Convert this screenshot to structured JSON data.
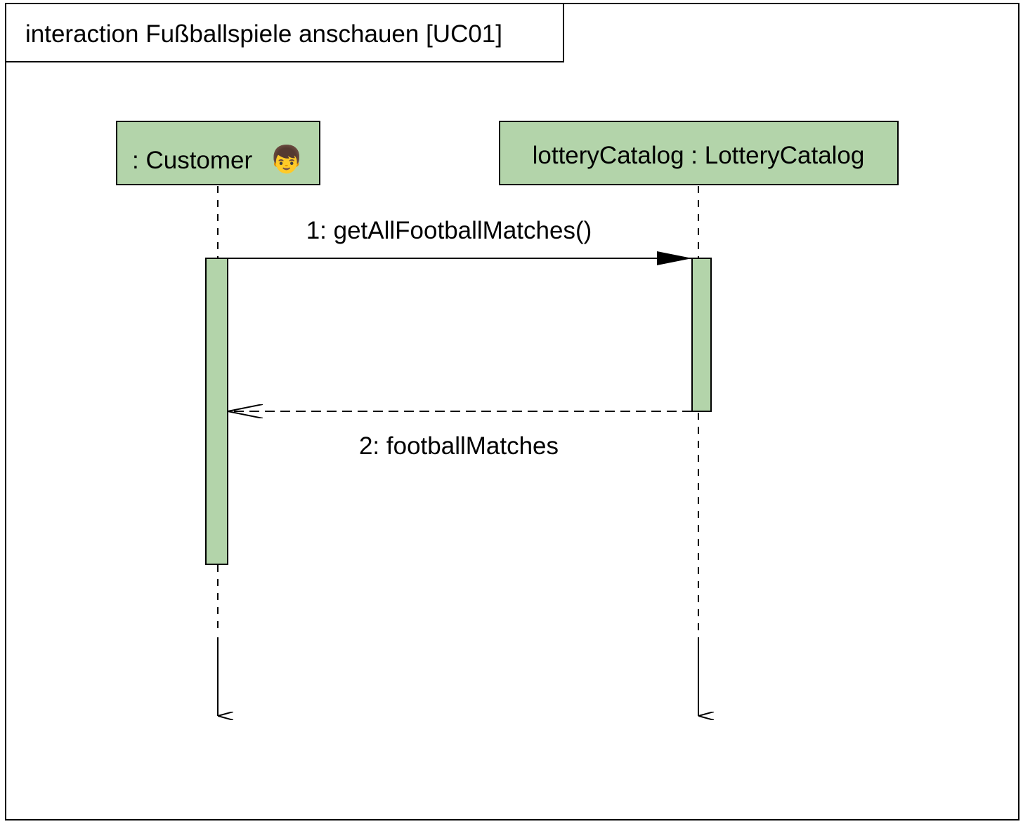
{
  "frame": {
    "title": "interaction Fußballspiele anschauen [UC01]"
  },
  "lifelines": [
    {
      "label": ": Customer",
      "icon": "boy-face-emoji-icon",
      "icon_glyph": "👦"
    },
    {
      "label": "lotteryCatalog : LotteryCatalog"
    }
  ],
  "messages": [
    {
      "label": "1: getAllFootballMatches()",
      "kind": "synchronous-call"
    },
    {
      "label": "2: footballMatches",
      "kind": "reply"
    }
  ],
  "colors": {
    "lifeline_fill": "#b3d4aa",
    "stroke": "#000000",
    "background": "#ffffff"
  }
}
